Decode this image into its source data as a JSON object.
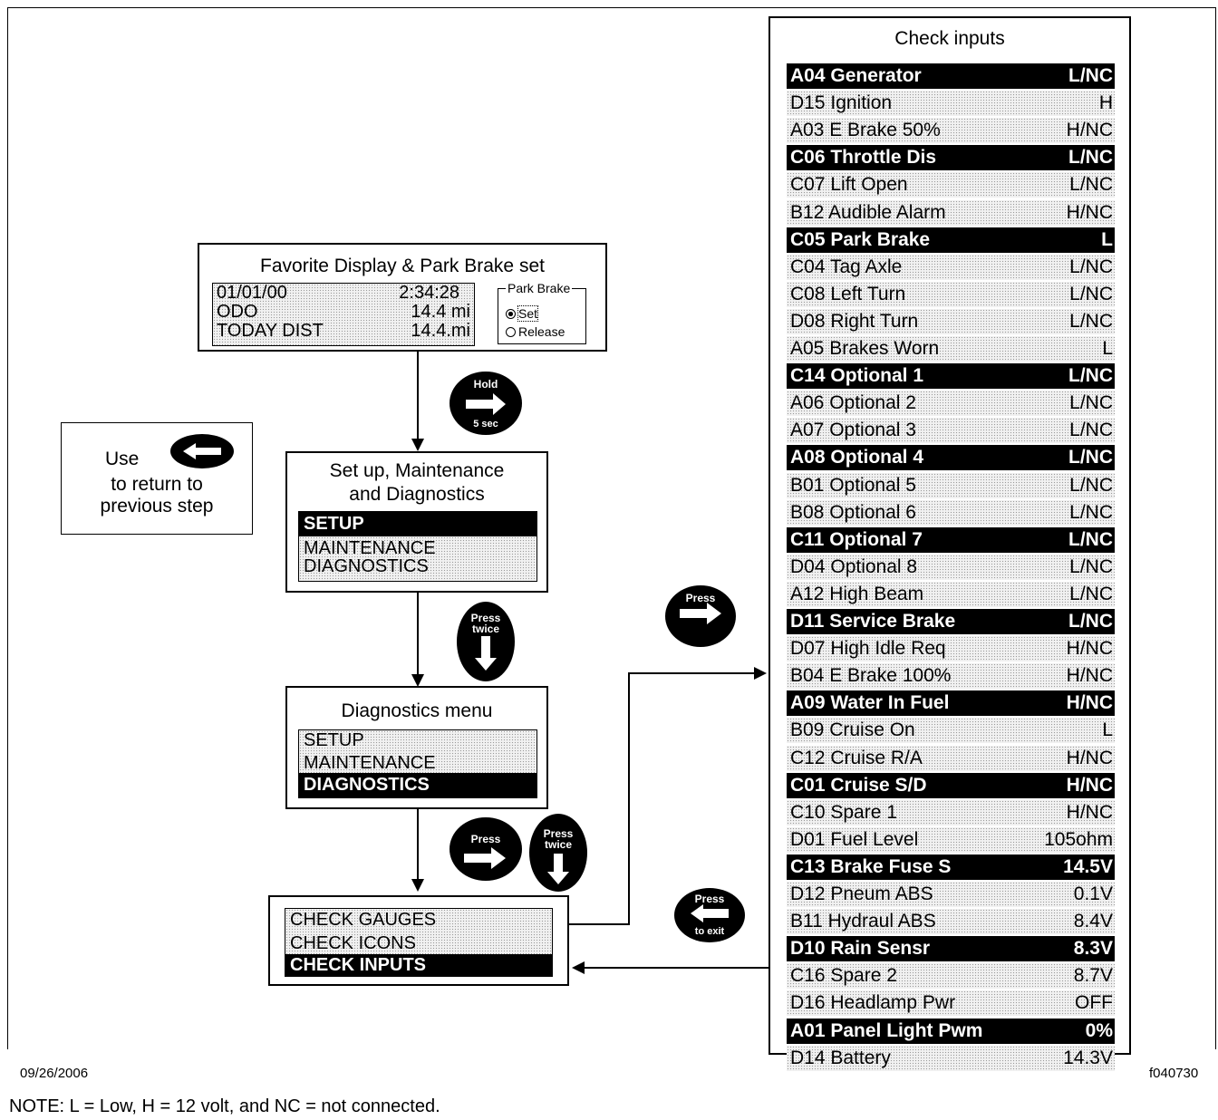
{
  "favorite": {
    "title": "Favorite Display & Park Brake set",
    "date": "01/01/00",
    "time": "2:34:28",
    "odo_label": "ODO",
    "odo_value": "14.4 mi",
    "today_label": "TODAY DIST",
    "today_value": "14.4.mi",
    "park_brake": {
      "legend": "Park Brake",
      "options": [
        "Set",
        "Release"
      ],
      "selected": "Set"
    }
  },
  "use_box": {
    "line1": "Use",
    "line2": "to return to",
    "line3": "previous step",
    "icon": "left-arrow-button-icon"
  },
  "setup_menu": {
    "title_line1": "Set up, Maintenance",
    "title_line2": "and Diagnostics",
    "items": [
      "SETUP",
      "MAINTENANCE",
      "DIAGNOSTICS"
    ],
    "selected": "SETUP"
  },
  "diag_menu": {
    "title": "Diagnostics menu",
    "items": [
      "SETUP",
      "MAINTENANCE",
      "DIAGNOSTICS"
    ],
    "selected": "DIAGNOSTICS"
  },
  "check_menu": {
    "items": [
      "CHECK GAUGES",
      "CHECK ICONS",
      "CHECK INPUTS"
    ],
    "selected": "CHECK INPUTS"
  },
  "buttons": {
    "hold": {
      "top": "Hold",
      "bottom": "5 sec",
      "icon": "right-arrow-icon"
    },
    "press_twice_down_1": {
      "top": "Press",
      "bottom": "twice",
      "icon": "down-arrow-icon"
    },
    "press_right_1": {
      "top": "Press",
      "icon": "right-arrow-icon"
    },
    "press_twice_down_2": {
      "top": "Press",
      "bottom": "twice",
      "icon": "down-arrow-icon"
    },
    "press_right_2": {
      "top": "Press",
      "icon": "right-arrow-icon"
    },
    "press_exit": {
      "top": "Press",
      "bottom": "to exit",
      "icon": "left-arrow-icon"
    }
  },
  "check_inputs": {
    "title": "Check inputs",
    "rows": [
      {
        "name": "A04 Generator",
        "value": "L/NC",
        "selected": true
      },
      {
        "name": "D15 Ignition",
        "value": "H",
        "selected": false
      },
      {
        "name": "A03 E Brake 50%",
        "value": "H/NC",
        "selected": false
      },
      {
        "name": "C06 Throttle Dis",
        "value": "L/NC",
        "selected": true
      },
      {
        "name": "C07 Lift Open",
        "value": "L/NC",
        "selected": false
      },
      {
        "name": "B12 Audible Alarm",
        "value": "H/NC",
        "selected": false
      },
      {
        "name": "C05 Park Brake",
        "value": "L",
        "selected": true
      },
      {
        "name": "C04 Tag Axle",
        "value": "L/NC",
        "selected": false
      },
      {
        "name": "C08 Left Turn",
        "value": "L/NC",
        "selected": false
      },
      {
        "name": "D08 Right Turn",
        "value": "L/NC",
        "selected": false
      },
      {
        "name": "A05 Brakes Worn",
        "value": "L",
        "selected": false
      },
      {
        "name": "C14 Optional 1",
        "value": "L/NC",
        "selected": true
      },
      {
        "name": "A06 Optional 2",
        "value": "L/NC",
        "selected": false
      },
      {
        "name": "A07 Optional 3",
        "value": "L/NC",
        "selected": false
      },
      {
        "name": "A08 Optional 4",
        "value": "L/NC",
        "selected": true
      },
      {
        "name": "B01 Optional 5",
        "value": "L/NC",
        "selected": false
      },
      {
        "name": "B08 Optional 6",
        "value": "L/NC",
        "selected": false
      },
      {
        "name": "C11 Optional 7",
        "value": "L/NC",
        "selected": true
      },
      {
        "name": "D04 Optional 8",
        "value": "L/NC",
        "selected": false
      },
      {
        "name": "A12 High Beam",
        "value": "L/NC",
        "selected": false
      },
      {
        "name": "D11 Service Brake",
        "value": "L/NC",
        "selected": true
      },
      {
        "name": "D07 High Idle Req",
        "value": "H/NC",
        "selected": false
      },
      {
        "name": "B04 E Brake 100%",
        "value": "H/NC",
        "selected": false
      },
      {
        "name": "A09 Water In Fuel",
        "value": "H/NC",
        "selected": true
      },
      {
        "name": "B09 Cruise On",
        "value": "L",
        "selected": false
      },
      {
        "name": "C12 Cruise R/A",
        "value": "H/NC",
        "selected": false
      },
      {
        "name": "C01 Cruise S/D",
        "value": "H/NC",
        "selected": true
      },
      {
        "name": "C10 Spare 1",
        "value": "H/NC",
        "selected": false
      },
      {
        "name": "D01 Fuel Level",
        "value": "105ohm",
        "selected": false
      },
      {
        "name": "C13 Brake Fuse S",
        "value": "14.5V",
        "selected": true
      },
      {
        "name": "D12 Pneum ABS",
        "value": "0.1V",
        "selected": false
      },
      {
        "name": "B11 Hydraul ABS",
        "value": "8.4V",
        "selected": false
      },
      {
        "name": "D10 Rain Sensr",
        "value": "8.3V",
        "selected": true
      },
      {
        "name": "C16 Spare 2",
        "value": "8.7V",
        "selected": false
      },
      {
        "name": "D16 Headlamp Pwr",
        "value": "OFF",
        "selected": false
      },
      {
        "name": "A01 Panel Light Pwm",
        "value": "0%",
        "selected": true
      },
      {
        "name": "D14 Battery",
        "value": "14.3V",
        "selected": false
      }
    ]
  },
  "footer": {
    "date": "09/26/2006",
    "figure_id": "f040730",
    "note": "NOTE: L = Low, H = 12 volt, and NC = not connected."
  }
}
